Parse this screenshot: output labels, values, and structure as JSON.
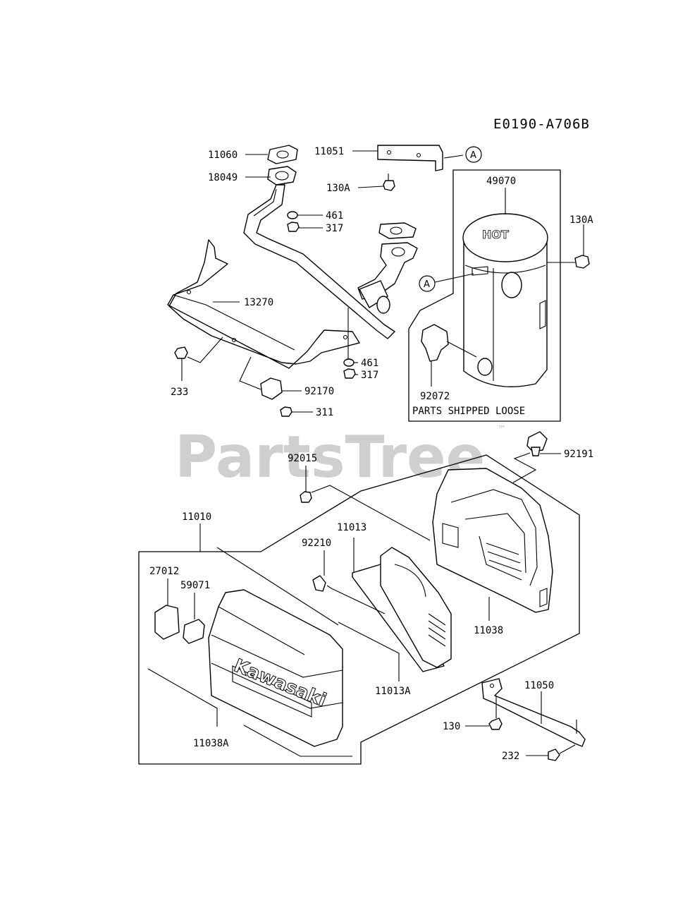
{
  "diagram_code": "E0190-A706B",
  "watermark": {
    "text": "PartsTree",
    "trademark": "™"
  },
  "note": "PARTS SHIPPED LOOSE",
  "ref_marker": "A",
  "embossed": {
    "brand": "Kawasaki",
    "hot": "HOT"
  },
  "parts": {
    "p11060": "11060",
    "p11051": "11051",
    "p18049": "18049",
    "p130A_top": "130A",
    "p461_top": "461",
    "p317_top": "317",
    "p49070": "49070",
    "p130A_right": "130A",
    "p13270": "13270",
    "p233": "233",
    "p461_mid": "461",
    "p317_mid": "317",
    "p92170": "92170",
    "p311": "311",
    "p92072": "92072",
    "p92191": "92191",
    "p92015": "92015",
    "p11010": "11010",
    "p11013": "11013",
    "p92210": "92210",
    "p27012": "27012",
    "p59071": "59071",
    "p11038": "11038",
    "p11013A": "11013A",
    "p11038A": "11038A",
    "p11050": "11050",
    "p130": "130",
    "p232": "232"
  }
}
